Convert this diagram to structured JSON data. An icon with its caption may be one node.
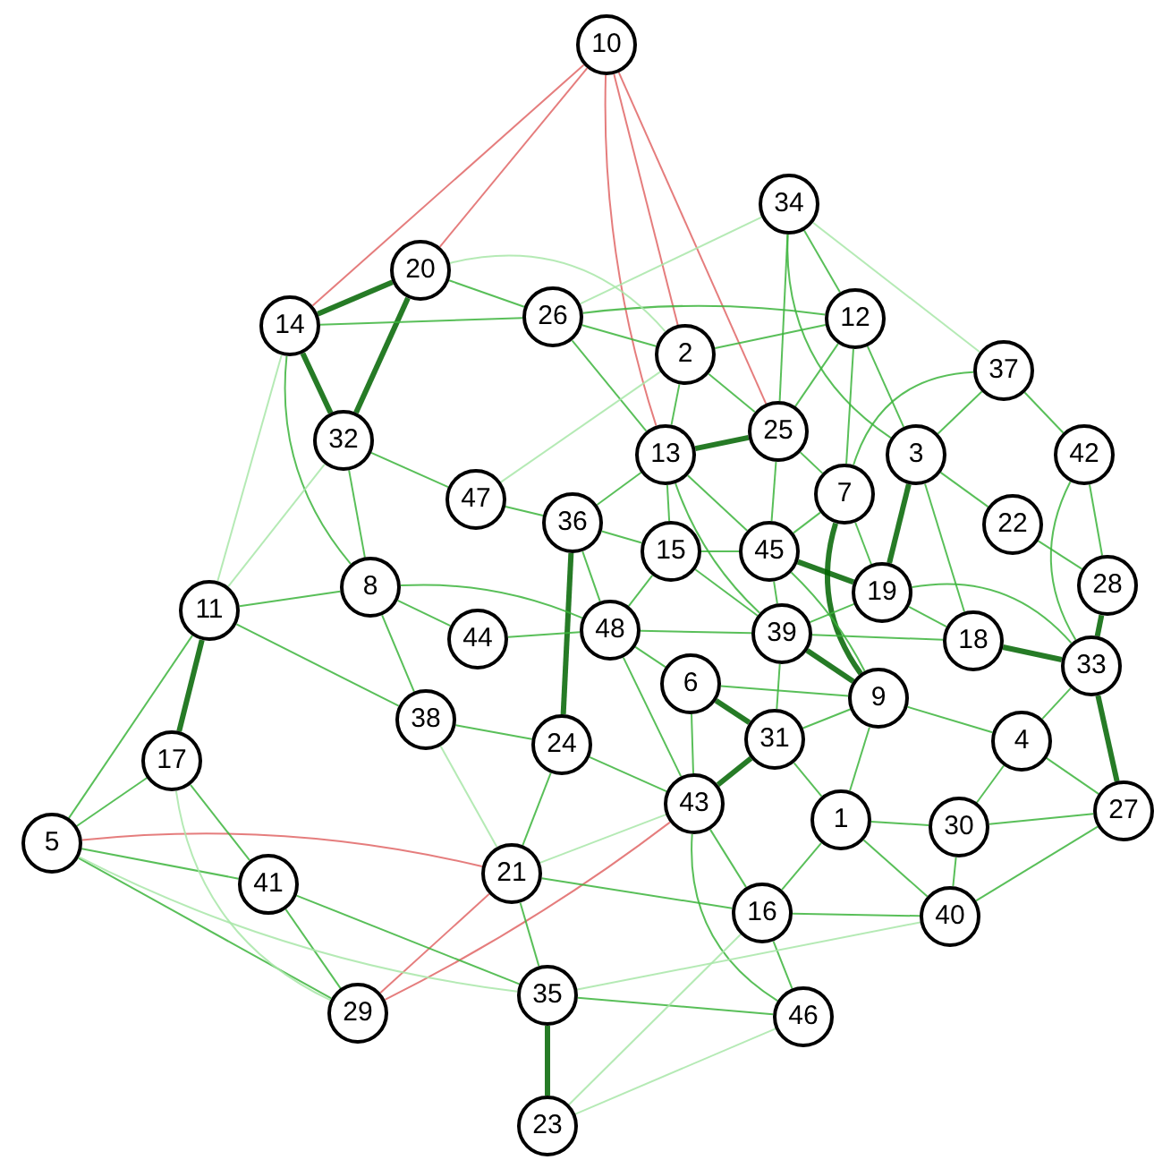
{
  "diagram": {
    "nodes": [
      {
        "text": [
          "10"
        ]
      },
      {
        "text": [
          "34"
        ]
      },
      {
        "text": [
          "20"
        ]
      },
      {
        "text": [
          "26"
        ]
      },
      {
        "text": [
          "12"
        ]
      },
      {
        "text": [
          "14"
        ]
      },
      {
        "text": [
          "2"
        ]
      },
      {
        "text": [
          "37"
        ]
      },
      {
        "text": [
          "25"
        ]
      },
      {
        "text": [
          "32"
        ]
      },
      {
        "text": [
          "13"
        ]
      },
      {
        "text": [
          "3"
        ]
      },
      {
        "text": [
          "42"
        ]
      },
      {
        "text": [
          "7"
        ]
      },
      {
        "text": [
          "47"
        ]
      },
      {
        "text": [
          "36"
        ]
      },
      {
        "text": [
          "22"
        ]
      },
      {
        "text": [
          "15"
        ]
      },
      {
        "text": [
          "45"
        ]
      },
      {
        "text": [
          "28"
        ]
      },
      {
        "text": [
          "8"
        ]
      },
      {
        "text": [
          "19"
        ]
      },
      {
        "text": [
          "11"
        ]
      },
      {
        "text": [
          "48"
        ]
      },
      {
        "text": [
          "39"
        ]
      },
      {
        "text": [
          "44"
        ]
      },
      {
        "text": [
          "18"
        ]
      },
      {
        "text": [
          "33"
        ]
      },
      {
        "text": [
          "6"
        ]
      },
      {
        "text": [
          "9"
        ]
      },
      {
        "text": [
          "38"
        ]
      },
      {
        "text": [
          "31"
        ]
      },
      {
        "text": [
          "4"
        ]
      },
      {
        "text": [
          "24"
        ]
      },
      {
        "text": [
          "17"
        ]
      },
      {
        "text": [
          "43"
        ]
      },
      {
        "text": [
          "27"
        ]
      },
      {
        "text": [
          "1"
        ]
      },
      {
        "text": [
          "30"
        ]
      },
      {
        "text": [
          "5"
        ]
      },
      {
        "text": [
          "21"
        ]
      },
      {
        "text": [
          "41"
        ]
      },
      {
        "text": [
          "16"
        ]
      },
      {
        "text": [
          "40"
        ]
      },
      {
        "text": [
          "46"
        ]
      },
      {
        "text": [
          "35"
        ]
      },
      {
        "text": [
          "29"
        ]
      },
      {
        "text": [
          "23"
        ]
      }
    ],
    "edges": [
      {
        "from": 0,
        "to": 2,
        "arrow": "none",
        "color": "#e06666"
      },
      {
        "from": 0,
        "to": 5,
        "arrow": "none",
        "color": "#e06666"
      },
      {
        "from": 0,
        "to": 6,
        "arrow": "none",
        "color": "#e06666"
      },
      {
        "from": 0,
        "to": 10,
        "arrow": "none",
        "color": "#e06666"
      },
      {
        "from": 0,
        "to": 8,
        "arrow": "none",
        "color": "#e06666"
      },
      {
        "from": 46,
        "to": 40,
        "arrow": "none",
        "color": "#e06666"
      },
      {
        "from": 46,
        "to": 35,
        "arrow": "none",
        "color": "#e06666"
      },
      {
        "from": 39,
        "to": 40,
        "arrow": "none",
        "color": "#e06666"
      },
      {
        "from": 5,
        "to": 2,
        "arrow": "none",
        "style": "thick",
        "color": "#006400"
      },
      {
        "from": 22,
        "to": 34,
        "arrow": "none",
        "style": "thick",
        "color": "#006400"
      },
      {
        "from": 45,
        "to": 47,
        "arrow": "none",
        "style": "thick",
        "color": "#006400"
      },
      {
        "from": 2,
        "to": 9,
        "arrow": "none",
        "style": "thick",
        "color": "#006400"
      },
      {
        "from": 5,
        "to": 9,
        "arrow": "none",
        "style": "thick",
        "color": "#006400"
      },
      {
        "from": 15,
        "to": 33,
        "arrow": "none",
        "style": "thick",
        "color": "#006400"
      },
      {
        "from": 24,
        "to": 29,
        "arrow": "none",
        "style": "thick",
        "color": "#006400"
      },
      {
        "from": 18,
        "to": 21,
        "arrow": "none",
        "style": "thick",
        "color": "#006400"
      },
      {
        "from": 11,
        "to": 21,
        "arrow": "none",
        "style": "thick",
        "color": "#006400"
      },
      {
        "from": 27,
        "to": 26,
        "arrow": "none",
        "style": "thick",
        "color": "#006400"
      },
      {
        "from": 10,
        "to": 8,
        "arrow": "none",
        "style": "thick",
        "color": "#006400"
      },
      {
        "from": 28,
        "to": 31,
        "arrow": "none",
        "style": "thick",
        "color": "#006400"
      },
      {
        "from": 35,
        "to": 31,
        "arrow": "none",
        "style": "thick",
        "color": "#006400"
      },
      {
        "from": 13,
        "to": 29,
        "arrow": "none",
        "style": "thick",
        "color": "#006400"
      },
      {
        "from": 27,
        "to": 36,
        "arrow": "none",
        "style": "thick",
        "color": "#006400"
      },
      {
        "from": 19,
        "to": 27,
        "arrow": "none",
        "style": "thick",
        "color": "#006400"
      },
      {
        "from": 3,
        "to": 4,
        "arrow": "none"
      },
      {
        "from": 3,
        "to": 6,
        "arrow": "none"
      },
      {
        "from": 6,
        "to": 10,
        "arrow": "none"
      },
      {
        "from": 10,
        "to": 17,
        "arrow": "none"
      },
      {
        "from": 17,
        "to": 23,
        "arrow": "none"
      },
      {
        "from": 23,
        "to": 24,
        "arrow": "none"
      },
      {
        "from": 24,
        "to": 21,
        "arrow": "none"
      },
      {
        "from": 21,
        "to": 26,
        "arrow": "none"
      },
      {
        "from": 29,
        "to": 31,
        "arrow": "none"
      },
      {
        "from": 31,
        "to": 37,
        "arrow": "none"
      },
      {
        "from": 37,
        "to": 38,
        "arrow": "none"
      },
      {
        "from": 38,
        "to": 43,
        "arrow": "none"
      },
      {
        "from": 43,
        "to": 42,
        "arrow": "none"
      },
      {
        "from": 42,
        "to": 35,
        "arrow": "none"
      },
      {
        "from": 35,
        "to": 28,
        "arrow": "none"
      },
      {
        "from": 28,
        "to": 23,
        "arrow": "none"
      },
      {
        "from": 23,
        "to": 15,
        "arrow": "none"
      },
      {
        "from": 15,
        "to": 14,
        "arrow": "none"
      },
      {
        "from": 14,
        "to": 9,
        "arrow": "none"
      },
      {
        "from": 20,
        "to": 23,
        "arrow": "none"
      },
      {
        "from": 20,
        "to": 25,
        "arrow": "none"
      },
      {
        "from": 25,
        "to": 23,
        "arrow": "none"
      },
      {
        "from": 30,
        "to": 33,
        "arrow": "none"
      },
      {
        "from": 33,
        "to": 35,
        "arrow": "none"
      },
      {
        "from": 4,
        "to": 11,
        "arrow": "none"
      },
      {
        "from": 11,
        "to": 7,
        "arrow": "none"
      },
      {
        "from": 7,
        "to": 12,
        "arrow": "none"
      },
      {
        "from": 12,
        "to": 19,
        "arrow": "none"
      },
      {
        "from": 19,
        "to": 16,
        "arrow": "none"
      },
      {
        "from": 16,
        "to": 11,
        "arrow": "none"
      },
      {
        "from": 8,
        "to": 13,
        "arrow": "none"
      },
      {
        "from": 13,
        "to": 18,
        "arrow": "none"
      },
      {
        "from": 18,
        "to": 24,
        "arrow": "none"
      },
      {
        "from": 8,
        "to": 18,
        "arrow": "none"
      },
      {
        "from": 4,
        "to": 8,
        "arrow": "none"
      },
      {
        "from": 6,
        "to": 8,
        "arrow": "none"
      },
      {
        "from": 10,
        "to": 18,
        "arrow": "none"
      },
      {
        "from": 17,
        "to": 18,
        "arrow": "none"
      },
      {
        "from": 15,
        "to": 10,
        "arrow": "none"
      },
      {
        "from": 29,
        "to": 32,
        "arrow": "none"
      },
      {
        "from": 32,
        "to": 27,
        "arrow": "none"
      },
      {
        "from": 32,
        "to": 36,
        "arrow": "none"
      },
      {
        "from": 38,
        "to": 36,
        "arrow": "none"
      },
      {
        "from": 43,
        "to": 36,
        "arrow": "none"
      },
      {
        "from": 32,
        "to": 38,
        "arrow": "none"
      },
      {
        "from": 42,
        "to": 44,
        "arrow": "none"
      },
      {
        "from": 35,
        "to": 44,
        "arrow": "none"
      },
      {
        "from": 37,
        "to": 42,
        "arrow": "none"
      },
      {
        "from": 37,
        "to": 43,
        "arrow": "none"
      },
      {
        "from": 29,
        "to": 37,
        "arrow": "none"
      },
      {
        "from": 31,
        "to": 24,
        "arrow": "none"
      },
      {
        "from": 4,
        "to": 13,
        "arrow": "none"
      },
      {
        "from": 7,
        "to": 13,
        "arrow": "none"
      },
      {
        "from": 1,
        "to": 4,
        "arrow": "none"
      },
      {
        "from": 1,
        "to": 11,
        "arrow": "none"
      },
      {
        "from": 1,
        "to": 8,
        "arrow": "none"
      },
      {
        "from": 5,
        "to": 20,
        "arrow": "none"
      },
      {
        "from": 9,
        "to": 20,
        "arrow": "none"
      },
      {
        "from": 22,
        "to": 20,
        "arrow": "none"
      },
      {
        "from": 22,
        "to": 30,
        "arrow": "none"
      },
      {
        "from": 34,
        "to": 41,
        "arrow": "none"
      },
      {
        "from": 41,
        "to": 46,
        "arrow": "none"
      },
      {
        "from": 41,
        "to": 45,
        "arrow": "none"
      },
      {
        "from": 40,
        "to": 42,
        "arrow": "none"
      },
      {
        "from": 40,
        "to": 45,
        "arrow": "none"
      },
      {
        "from": 45,
        "to": 44,
        "arrow": "none"
      },
      {
        "from": 33,
        "to": 40,
        "arrow": "none"
      },
      {
        "from": 39,
        "to": 34,
        "arrow": "none"
      },
      {
        "from": 39,
        "to": 22,
        "arrow": "none"
      },
      {
        "from": 39,
        "to": 41,
        "arrow": "none"
      },
      {
        "from": 39,
        "to": 46,
        "arrow": "none"
      },
      {
        "from": 30,
        "to": 20,
        "arrow": "none"
      },
      {
        "from": 23,
        "to": 35,
        "arrow": "none"
      },
      {
        "from": 11,
        "to": 26,
        "arrow": "none"
      },
      {
        "from": 12,
        "to": 27,
        "arrow": "none"
      },
      {
        "from": 3,
        "to": 10,
        "arrow": "none"
      },
      {
        "from": 2,
        "to": 3,
        "arrow": "none"
      },
      {
        "from": 5,
        "to": 3,
        "arrow": "none"
      },
      {
        "from": 6,
        "to": 4,
        "arrow": "none"
      },
      {
        "from": 28,
        "to": 29,
        "arrow": "none"
      },
      {
        "from": 24,
        "to": 26,
        "arrow": "none"
      },
      {
        "from": 21,
        "to": 27,
        "arrow": "none"
      },
      {
        "from": 18,
        "to": 29,
        "arrow": "none"
      },
      {
        "from": 13,
        "to": 21,
        "arrow": "none"
      },
      {
        "from": 17,
        "to": 24,
        "arrow": "none"
      },
      {
        "from": 10,
        "to": 24,
        "arrow": "none"
      },
      {
        "from": 15,
        "to": 17,
        "arrow": "none"
      },
      {
        "from": 22,
        "to": 9,
        "arrow": "none",
        "color": "#a8e6a8"
      },
      {
        "from": 22,
        "to": 5,
        "arrow": "none",
        "color": "#a8e6a8"
      },
      {
        "from": 39,
        "to": 45,
        "arrow": "none",
        "color": "#a8e6a8"
      },
      {
        "from": 34,
        "to": 46,
        "arrow": "none",
        "color": "#a8e6a8"
      },
      {
        "from": 44,
        "to": 47,
        "arrow": "none",
        "color": "#a8e6a8"
      },
      {
        "from": 45,
        "to": 43,
        "arrow": "none",
        "color": "#a8e6a8"
      },
      {
        "from": 14,
        "to": 6,
        "arrow": "none",
        "color": "#a8e6a8"
      },
      {
        "from": 30,
        "to": 40,
        "arrow": "none",
        "color": "#a8e6a8"
      },
      {
        "from": 40,
        "to": 35,
        "arrow": "none",
        "color": "#a8e6a8"
      },
      {
        "from": 2,
        "to": 6,
        "arrow": "none",
        "color": "#a8e6a8"
      },
      {
        "from": 3,
        "to": 1,
        "arrow": "none",
        "color": "#a8e6a8"
      },
      {
        "from": 47,
        "to": 42,
        "arrow": "none",
        "color": "#a8e6a8"
      },
      {
        "from": 1,
        "to": 7,
        "arrow": "none",
        "color": "#a8e6a8"
      }
    ]
  }
}
